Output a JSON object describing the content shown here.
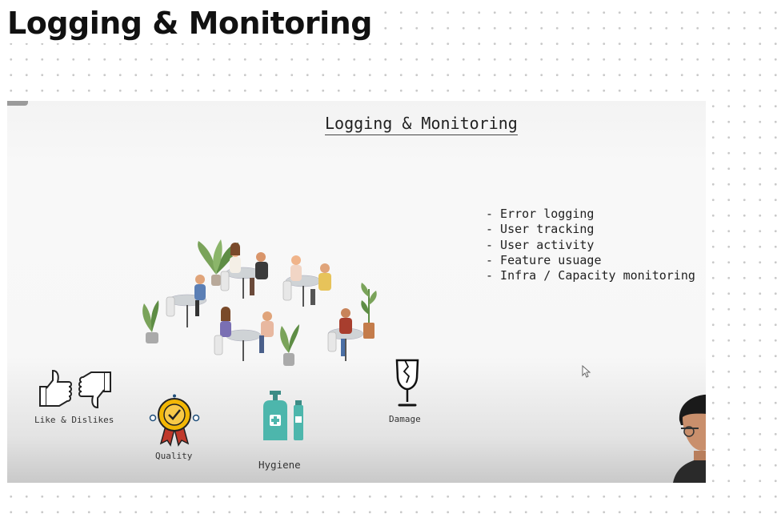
{
  "page": {
    "title": "Logging & Monitoring"
  },
  "slide": {
    "title": "Logging & Monitoring",
    "bullets": [
      "- Error logging",
      "- User tracking",
      "- User activity",
      "- Feature usuage",
      "- Infra / Capacity monitoring"
    ],
    "icons": {
      "like_dislike": {
        "icon": "thumbs-up-down-icon",
        "label": "Like & Dislikes"
      },
      "quality": {
        "icon": "quality-badge-icon",
        "label": "Quality"
      },
      "hygiene": {
        "icon": "sanitizer-bottles-icon",
        "label": "Hygiene"
      },
      "damage": {
        "icon": "broken-glass-icon",
        "label": "Damage"
      }
    },
    "illustration": "cafe-people-icon",
    "colors": {
      "accent_teal": "#4db6ac",
      "badge_gold": "#f2b705",
      "ribbon_red": "#c0392b"
    }
  }
}
